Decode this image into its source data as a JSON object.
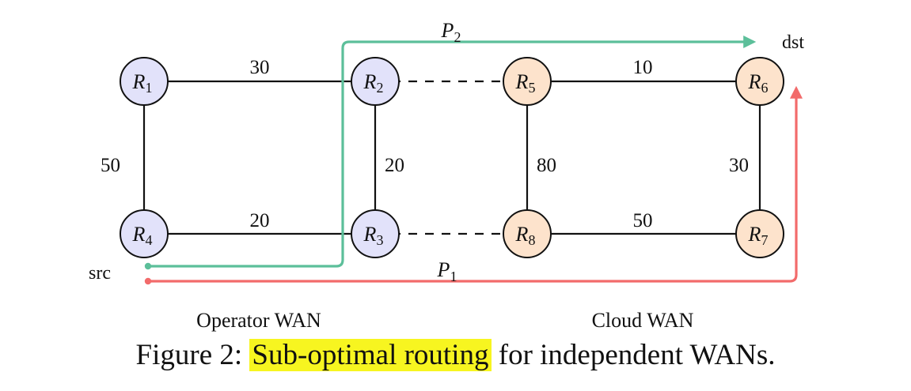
{
  "nodes": [
    {
      "id": "R1",
      "letter": "R",
      "sub": "1",
      "zone": "operator"
    },
    {
      "id": "R2",
      "letter": "R",
      "sub": "2",
      "zone": "operator"
    },
    {
      "id": "R3",
      "letter": "R",
      "sub": "3",
      "zone": "operator"
    },
    {
      "id": "R4",
      "letter": "R",
      "sub": "4",
      "zone": "operator"
    },
    {
      "id": "R5",
      "letter": "R",
      "sub": "5",
      "zone": "cloud"
    },
    {
      "id": "R6",
      "letter": "R",
      "sub": "6",
      "zone": "cloud"
    },
    {
      "id": "R7",
      "letter": "R",
      "sub": "7",
      "zone": "cloud"
    },
    {
      "id": "R8",
      "letter": "R",
      "sub": "8",
      "zone": "cloud"
    }
  ],
  "edges": [
    {
      "from": "R1",
      "to": "R2",
      "weight": "30",
      "style": "solid"
    },
    {
      "from": "R1",
      "to": "R4",
      "weight": "50",
      "style": "solid"
    },
    {
      "from": "R4",
      "to": "R3",
      "weight": "20",
      "style": "solid"
    },
    {
      "from": "R2",
      "to": "R3",
      "weight": "20",
      "style": "solid"
    },
    {
      "from": "R2",
      "to": "R5",
      "weight": "",
      "style": "dashed"
    },
    {
      "from": "R3",
      "to": "R8",
      "weight": "",
      "style": "dashed"
    },
    {
      "from": "R5",
      "to": "R6",
      "weight": "10",
      "style": "solid"
    },
    {
      "from": "R5",
      "to": "R8",
      "weight": "80",
      "style": "solid"
    },
    {
      "from": "R6",
      "to": "R7",
      "weight": "30",
      "style": "solid"
    },
    {
      "from": "R8",
      "to": "R7",
      "weight": "50",
      "style": "solid"
    }
  ],
  "paths": [
    {
      "id": "P2",
      "letter": "P",
      "sub": "2",
      "color": "#5cbf9a"
    },
    {
      "id": "P1",
      "letter": "P",
      "sub": "1",
      "color": "#f26b6b"
    }
  ],
  "endpoints": {
    "src": "src",
    "dst": "dst"
  },
  "regions": {
    "operator": "Operator WAN",
    "cloud": "Cloud WAN"
  },
  "colors": {
    "operator_fill": "#e2e2fa",
    "cloud_fill": "#fde3cc",
    "edge": "#111111"
  },
  "caption": {
    "prefix": "Figure 2: ",
    "highlight": "Sub-optimal routing",
    "suffix": " for independent WANs."
  }
}
